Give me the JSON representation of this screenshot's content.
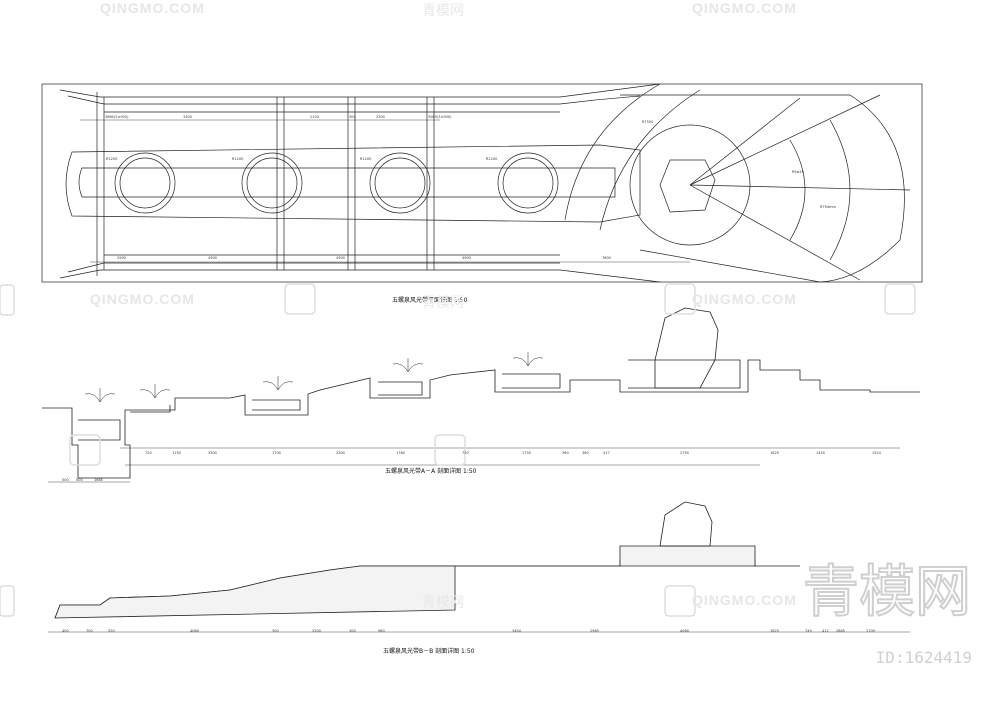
{
  "drawing": {
    "plan_title": "五螺泉风光带平面详图 1:50",
    "section_a_title": "五螺泉风光带A－A 剖面详图 1:50",
    "section_b_title": "五螺泉风光带B－B 剖面详图 1:50"
  },
  "plan_dims_top": [
    "3680(3×900)",
    "3400",
    "2100",
    "300",
    "2300",
    "3080(3×900)"
  ],
  "plan_dims_bottom": [
    "2900",
    "4900",
    "4900",
    "4900",
    "7600"
  ],
  "plan_circle_labels": [
    "R1200",
    "R1200",
    "R1200",
    "R1200"
  ],
  "plan_misc_labels": [
    "R7500",
    "R5w10",
    "R794mm"
  ],
  "section_a_dims": [
    "720",
    "1150",
    "3300",
    "1700",
    "2300",
    "1760",
    "720",
    "1750",
    "360",
    "360",
    "417",
    "2750",
    "1625",
    "1450",
    "1524"
  ],
  "section_b_dims": [
    "400",
    "700",
    "520",
    "4060",
    "300",
    "2500",
    "300",
    "980",
    "3454",
    "2965",
    "4060",
    "1625",
    "749",
    "412",
    "2885",
    "1709"
  ],
  "section_b_left_dims": [
    "500",
    "500",
    "1685"
  ],
  "watermark": {
    "brand_text": "QINGMO.COM",
    "brand_cn": "青模网",
    "logo_cn": "青模网",
    "id_text": "ID:1624419"
  },
  "colors": {
    "line": "#222222",
    "light_line": "#555555",
    "watermark": "#e3e3e3"
  }
}
